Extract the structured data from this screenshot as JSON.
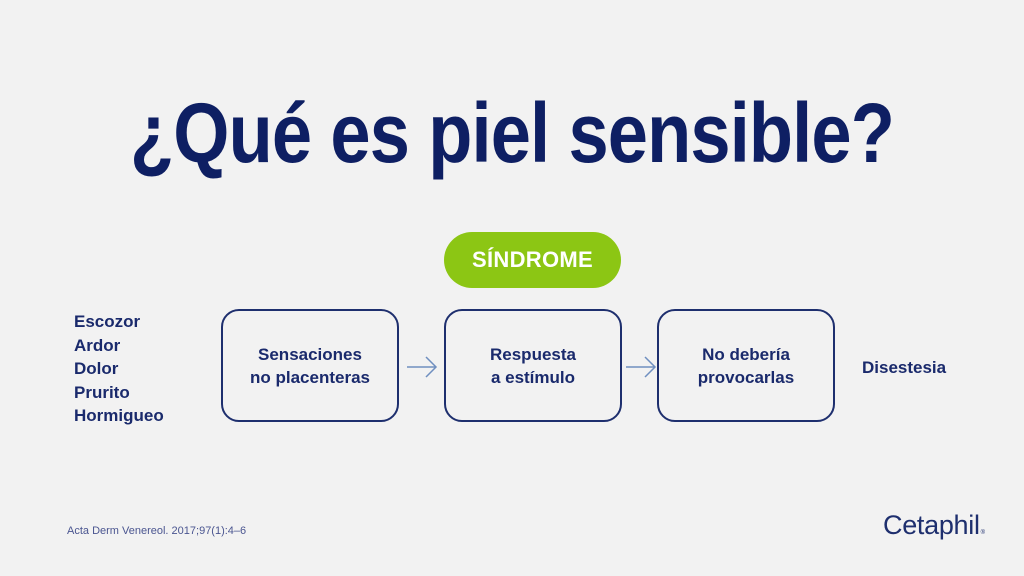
{
  "slide": {
    "title": "¿Qué es piel sensible?",
    "badge": "SÍNDROME",
    "symptoms": [
      "Escozor",
      "Ardor",
      "Dolor",
      "Prurito",
      "Hormigueo"
    ],
    "flow": [
      {
        "line1": "Sensaciones",
        "line2": "no placenteras"
      },
      {
        "line1": "Respuesta",
        "line2": "a estímulo"
      },
      {
        "line1": "No debería",
        "line2": "provocarlas"
      }
    ],
    "result": "Disestesia",
    "citation": "Acta Derm Venereol. 2017;97(1):4–6",
    "logo": "Cetaphil",
    "logo_mark": "®"
  },
  "colors": {
    "background": "#f2f2f2",
    "navy": "#0e1f63",
    "green": "#8cc614",
    "arrow": "#6f8fc0"
  }
}
